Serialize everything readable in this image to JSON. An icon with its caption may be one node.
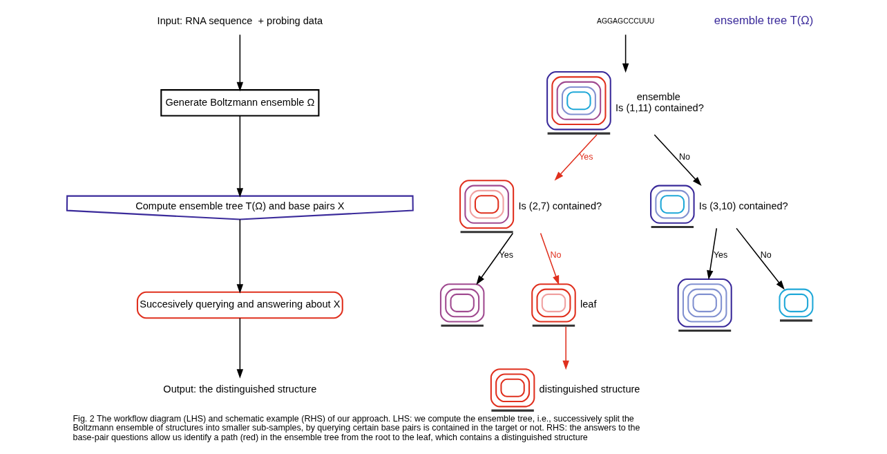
{
  "diagram": {
    "caption": "Fig. 2 The workflow diagram (LHS) and schematic example (RHS) of our approach. LHS: we compute the ensemble tree, i.e., successively split the Boltzmann ensemble of structures into smaller sub-samples, by querying certain base pairs is contained in the target or not. RHS: the answers to the base-pair questions allow us identify a path (red) in the ensemble tree from the root to the leaf, which contains a distinguished structure",
    "nodes": [
      {
        "text": [
          "Input: RNA sequence  + probing data"
        ]
      },
      {
        "text": [
          "Generate Boltzmann ensemble Ω"
        ]
      },
      {
        "text": [
          "Compute ensemble tree T(Ω) and base pairs X"
        ]
      },
      {
        "text": [
          "Succesively querying and answering about X"
        ]
      },
      {
        "text": [
          "Output: the distinguished structure"
        ]
      },
      {
        "text": [
          "AGGAGCCCUUU"
        ]
      },
      {
        "text": [],
        "shape": "picture",
        "beside": [
          "ensemble",
          "Is (1,11) contained?"
        ]
      },
      {
        "text": [],
        "shape": "picture",
        "beside": [
          "Is (2,7) contained?"
        ]
      },
      {
        "text": [],
        "shape": "picture",
        "beside": [
          "Is (3,10) contained?"
        ]
      },
      {
        "text": [],
        "shape": "picture"
      },
      {
        "text": [],
        "shape": "picture",
        "beside": [
          "leaf"
        ]
      },
      {
        "text": [],
        "shape": "picture"
      },
      {
        "text": [],
        "shape": "picture"
      },
      {
        "text": [],
        "shape": "picture",
        "beside": [
          "distinguished structure"
        ]
      }
    ],
    "edges": [
      {
        "from": 0,
        "to": 1,
        "arrow": "to"
      },
      {
        "from": 1,
        "to": 2,
        "arrow": "to"
      },
      {
        "from": 2,
        "to": 3,
        "arrow": "to"
      },
      {
        "from": 3,
        "to": 4,
        "arrow": "to"
      },
      {
        "from": 5,
        "to": 6,
        "arrow": "to"
      },
      {
        "from": 6,
        "to": 7,
        "arrow": "to",
        "label": "Yes",
        "color": "#e0301e"
      },
      {
        "from": 6,
        "to": 8,
        "arrow": "to",
        "label": "No"
      },
      {
        "from": 7,
        "to": 9,
        "arrow": "to",
        "label": "Yes"
      },
      {
        "from": 7,
        "to": 10,
        "arrow": "to",
        "label": "No",
        "color": "#e0301e"
      },
      {
        "from": 8,
        "to": 11,
        "arrow": "to",
        "label": "Yes"
      },
      {
        "from": 8,
        "to": 12,
        "arrow": "to",
        "label": "No"
      },
      {
        "from": 10,
        "to": 13,
        "arrow": "to",
        "color": "#e0301e"
      }
    ],
    "labels": [
      "ensemble tree T(Ω)"
    ]
  }
}
